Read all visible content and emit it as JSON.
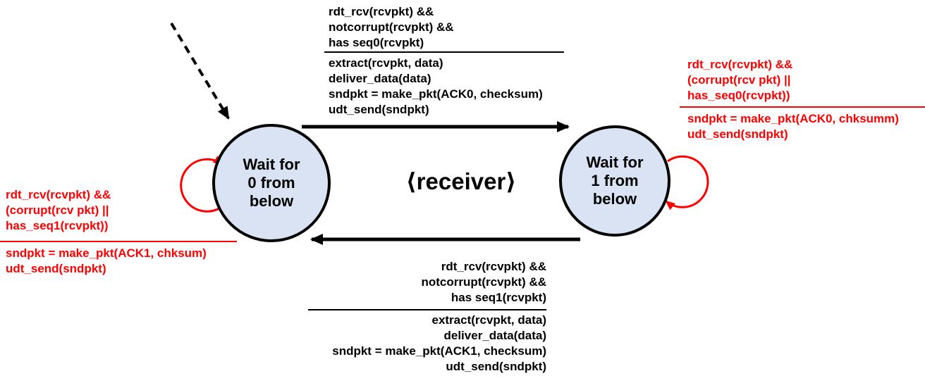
{
  "fsm": {
    "center_label": "⟨receiver⟩",
    "states": [
      {
        "name": "Wait for 0 from below",
        "lines": [
          "Wait for",
          "0 from",
          "below"
        ]
      },
      {
        "name": "Wait for 1 from below",
        "lines": [
          "Wait for",
          "1 from",
          "below"
        ]
      }
    ],
    "transitions": {
      "top": {
        "from": "Wait for 0 from below",
        "to": "Wait for 1 from below",
        "condition": [
          "rdt_rcv(rcvpkt) &&",
          "notcorrupt(rcvpkt) &&",
          "has seq0(rcvpkt)"
        ],
        "action": [
          "extract(rcvpkt, data)",
          "deliver_data(data)",
          "sndpkt = make_pkt(ACK0, checksum)",
          "udt_send(sndpkt)"
        ]
      },
      "bottom": {
        "from": "Wait for 1 from below",
        "to": "Wait for 0 from below",
        "condition": [
          "rdt_rcv(rcvpkt) &&",
          "notcorrupt(rcvpkt) &&",
          "has seq1(rcvpkt)"
        ],
        "action": [
          "extract(rcvpkt, data)",
          "deliver_data(data)",
          "sndpkt = make_pkt(ACK1, checksum)",
          "udt_send(sndpkt)"
        ]
      },
      "self_left": {
        "from": "Wait for 0 from below",
        "to": "Wait for 0 from below",
        "condition": [
          "rdt_rcv(rcvpkt) &&",
          "(corrupt(rcv pkt) ||",
          "has_seq1(rcvpkt))"
        ],
        "action": [
          "sndpkt = make_pkt(ACK1, chksum)",
          "udt_send(sndpkt)"
        ]
      },
      "self_right": {
        "from": "Wait for 1 from below",
        "to": "Wait for 1 from below",
        "condition": [
          "rdt_rcv(rcvpkt) &&",
          "(corrupt(rcv pkt) ||",
          "has_seq0(rcvpkt))"
        ],
        "action": [
          "sndpkt = make_pkt(ACK0, chksumm)",
          "udt_send(sndpkt)"
        ]
      }
    }
  },
  "colors": {
    "background": "#ffffff",
    "state_fill": "#dae3f3",
    "state_border": "#000000",
    "black_text": "#000000",
    "red_accent": "#ff0000"
  }
}
